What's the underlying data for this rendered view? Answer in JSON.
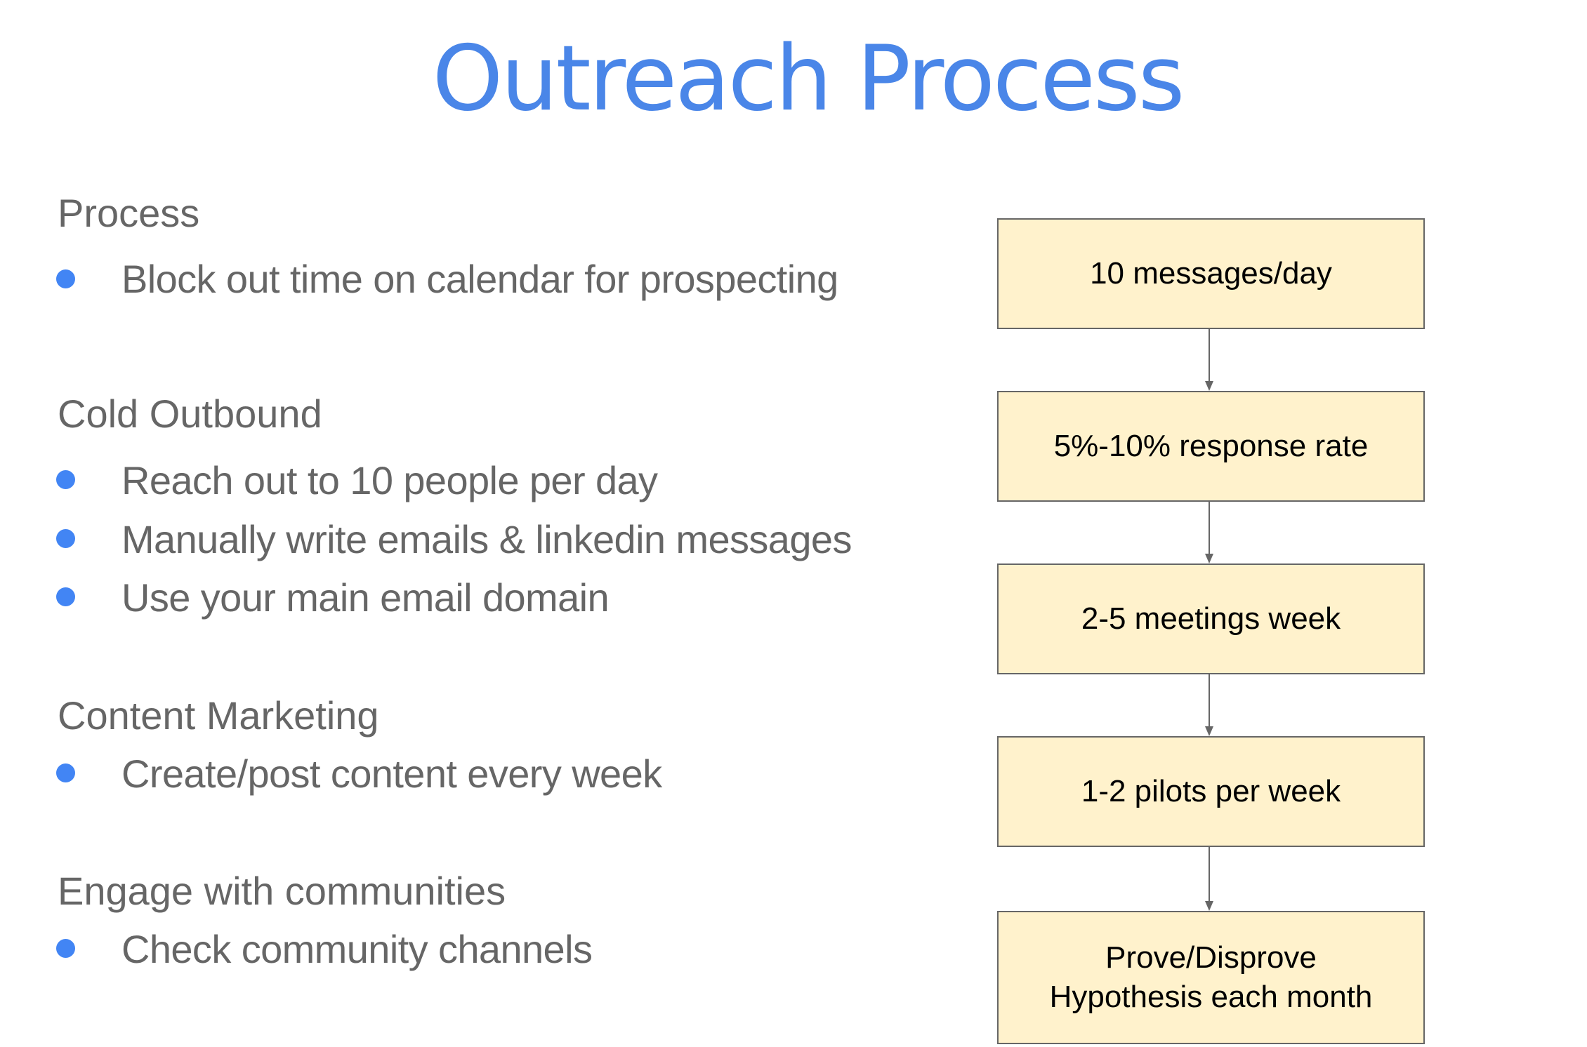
{
  "slide": {
    "title": "Outreach Process",
    "title_color": "#4a86e8",
    "bullet_color": "#4285f4",
    "text_color": "#666666",
    "box_fill": "#fff2cc",
    "box_border": "#666666"
  },
  "sections": [
    {
      "heading": "Process",
      "bullets": [
        "Block out time on calendar for prospecting"
      ]
    },
    {
      "heading": "Cold Outbound",
      "bullets": [
        "Reach out to 10 people per day",
        "Manually write emails & linkedin messages",
        "Use your main email domain"
      ]
    },
    {
      "heading": "Content Marketing",
      "bullets": [
        "Create/post content every week"
      ]
    },
    {
      "heading": "Engage with communities",
      "bullets": [
        "Check community channels"
      ]
    }
  ],
  "flow": {
    "steps": [
      {
        "lines": [
          "10 messages/day"
        ]
      },
      {
        "lines": [
          "5%-10% response rate"
        ]
      },
      {
        "lines": [
          "2-5 meetings week"
        ]
      },
      {
        "lines": [
          "1-2 pilots per week"
        ]
      },
      {
        "lines": [
          "Prove/Disprove",
          "Hypothesis each month"
        ]
      }
    ]
  }
}
